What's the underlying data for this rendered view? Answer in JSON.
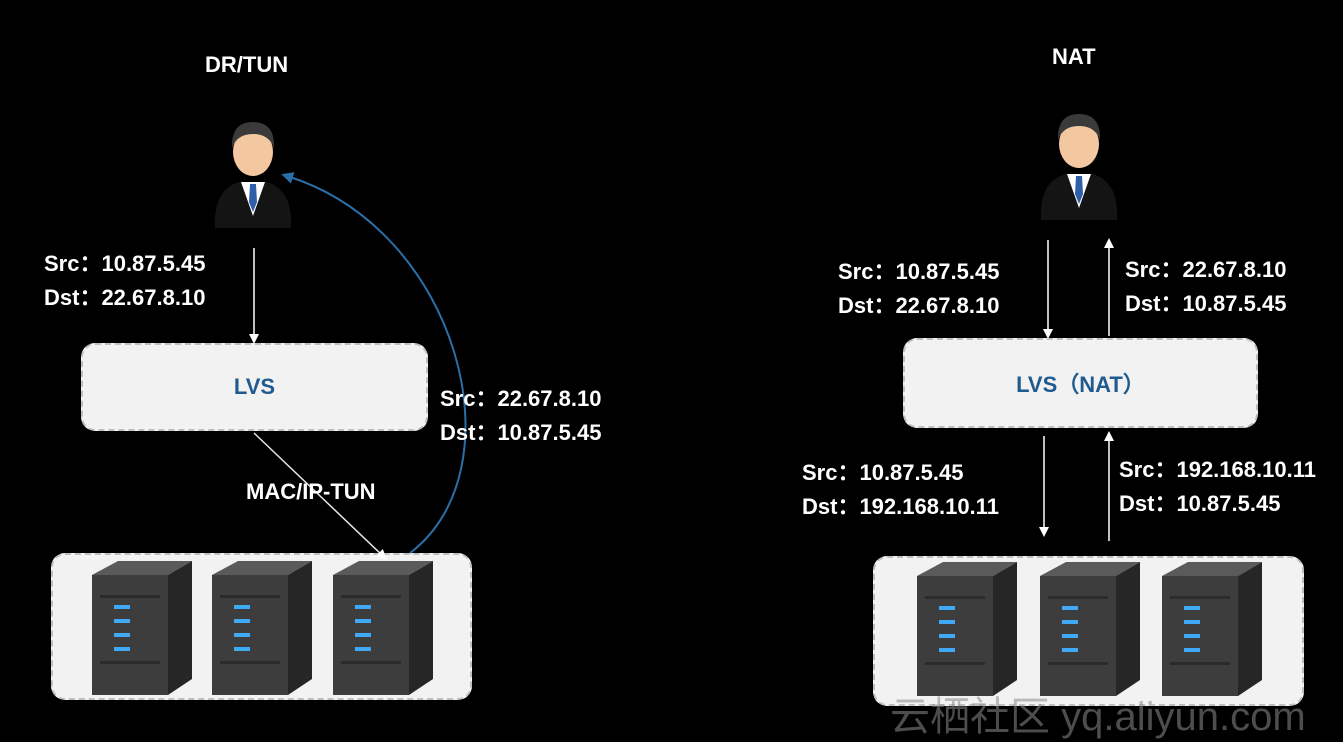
{
  "left": {
    "title": "DR/TUN",
    "request": {
      "src": "Src：10.87.5.45",
      "dst": "Dst：22.67.8.10"
    },
    "lvs_label": "LVS",
    "response": {
      "src": "Src：22.67.8.10",
      "dst": "Dst：10.87.5.45"
    },
    "tunnel_label": "MAC/IP-TUN"
  },
  "right": {
    "title": "NAT",
    "request_in": {
      "src": "Src：10.87.5.45",
      "dst": "Dst：22.67.8.10"
    },
    "response_out": {
      "src": "Src：22.67.8.10",
      "dst": "Dst：10.87.5.45"
    },
    "lvs_label": "LVS（NAT）",
    "request_fwd": {
      "src": "Src：10.87.5.45",
      "dst": "Dst：192.168.10.11"
    },
    "response_back": {
      "src": "Src：192.168.10.11",
      "dst": "Dst：10.87.5.45"
    }
  },
  "watermark": "云栖社区 yq.aliyun.com",
  "colors": {
    "background": "#000000",
    "box": "#f2f2f2",
    "lvs_text": "#1f5b8f",
    "return_arc": "#2b6fa8",
    "server_light": "#3fa9f5"
  }
}
